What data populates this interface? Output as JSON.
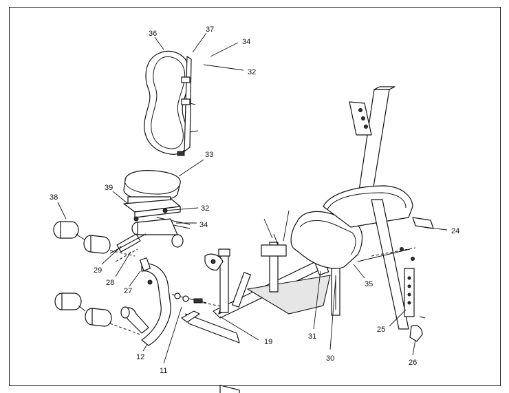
{
  "callouts": [
    {
      "id": "36",
      "label": "36"
    },
    {
      "id": "37",
      "label": "37"
    },
    {
      "id": "34a",
      "label": "34"
    },
    {
      "id": "32a",
      "label": "32"
    },
    {
      "id": "33",
      "label": "33"
    },
    {
      "id": "39",
      "label": "39"
    },
    {
      "id": "32b",
      "label": "32"
    },
    {
      "id": "34b",
      "label": "34"
    },
    {
      "id": "38",
      "label": "38"
    },
    {
      "id": "29",
      "label": "29"
    },
    {
      "id": "28",
      "label": "28"
    },
    {
      "id": "27",
      "label": "27"
    },
    {
      "id": "12",
      "label": "12"
    },
    {
      "id": "11",
      "label": "11"
    },
    {
      "id": "19",
      "label": "19"
    },
    {
      "id": "31",
      "label": "31"
    },
    {
      "id": "30",
      "label": "30"
    },
    {
      "id": "35",
      "label": "35"
    },
    {
      "id": "24",
      "label": "24"
    },
    {
      "id": "25",
      "label": "25"
    },
    {
      "id": "26",
      "label": "26"
    }
  ]
}
